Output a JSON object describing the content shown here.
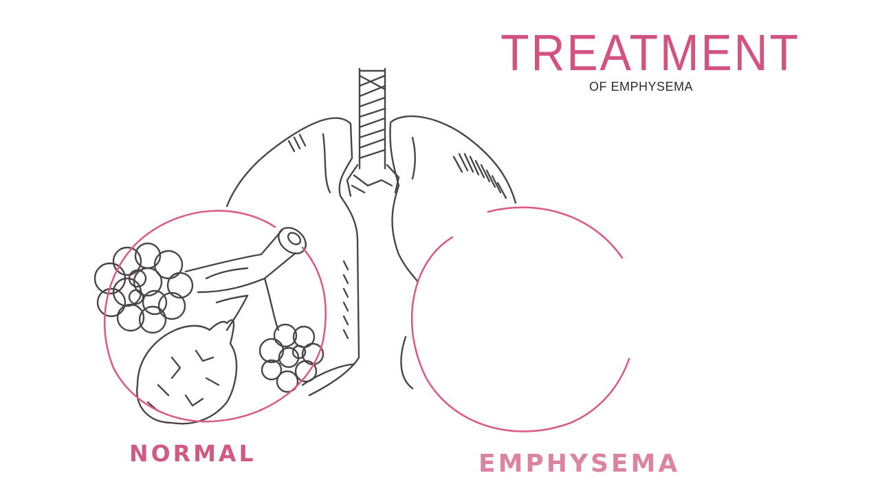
{
  "title": "TREATMENT",
  "subtitle": "OF EMPHYSEMA",
  "labels": {
    "normal": "NORMAL",
    "emphysema": "EMPHYSEMA"
  },
  "colors": {
    "title": "#d2537f",
    "subtitle": "#2e2a2b",
    "label": "#cf5a82",
    "line": "#4a4448",
    "circle": "#d95b86"
  }
}
